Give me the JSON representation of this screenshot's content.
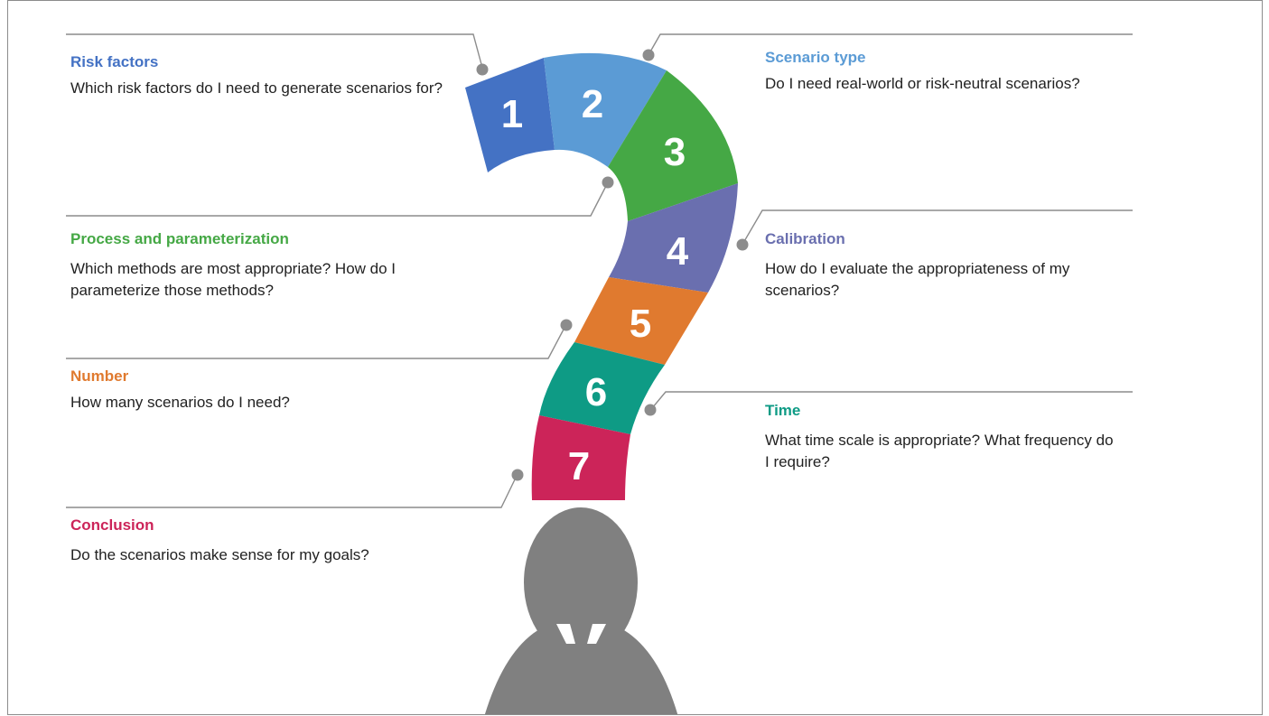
{
  "colors": {
    "risk_factors": "#4472c4",
    "scenario_type": "#5b9bd5",
    "process": "#45a845",
    "calibration": "#6a6faf",
    "number": "#e07a2f",
    "time": "#0e9b85",
    "conclusion": "#cc2459",
    "leader": "#8c8c8c",
    "person": "#808080"
  },
  "steps": [
    {
      "num": "1",
      "title": "Risk factors",
      "text": "Which risk factors do I need to generate scenarios for?"
    },
    {
      "num": "2",
      "title": "Scenario type",
      "text": "Do I need real-world or risk-neutral scenarios?"
    },
    {
      "num": "3",
      "title": "Process and parameterization",
      "text": "Which methods are most appropriate? How do I parameterize those methods?"
    },
    {
      "num": "4",
      "title": "Calibration",
      "text": "How do I evaluate the appropriateness of my scenarios?"
    },
    {
      "num": "5",
      "title": "Number",
      "text": "How many scenarios do I need?"
    },
    {
      "num": "6",
      "title": "Time",
      "text": "What time scale is appropriate? What frequency do I require?"
    },
    {
      "num": "7",
      "title": "Conclusion",
      "text": "Do the scenarios make sense for my goals?"
    }
  ]
}
